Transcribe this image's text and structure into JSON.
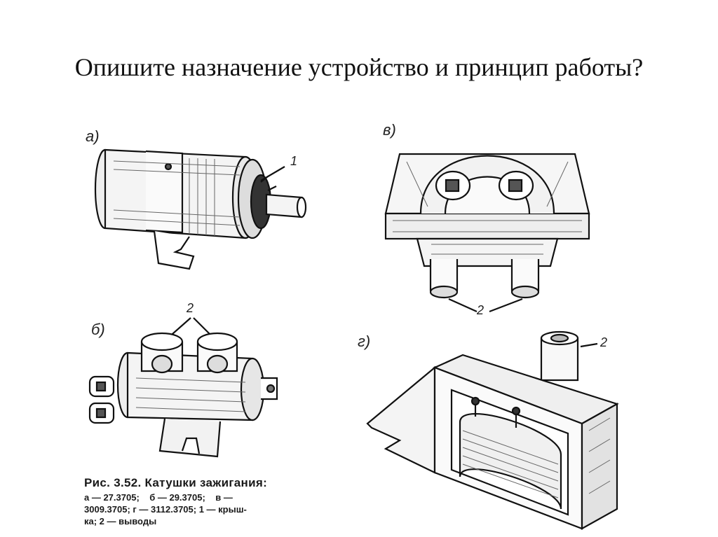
{
  "slide": {
    "title": "Опишите назначение устройство и принцип работы?"
  },
  "figures": {
    "a": {
      "letter": "а)",
      "callouts": [
        "1"
      ]
    },
    "b": {
      "letter": "б)",
      "callouts": [
        "2"
      ]
    },
    "v": {
      "letter": "в)",
      "callouts": [
        "2"
      ]
    },
    "g": {
      "letter": "г)",
      "callouts": [
        "2"
      ]
    }
  },
  "caption": {
    "heading": "Рис. 3.52. Катушки зажигания:",
    "lines": [
      "а — 27.3705;    б — 29.3705;    в —",
      "3009.3705; г — 3112.3705; 1 — крыш-",
      "ка; 2 — выводы"
    ]
  }
}
